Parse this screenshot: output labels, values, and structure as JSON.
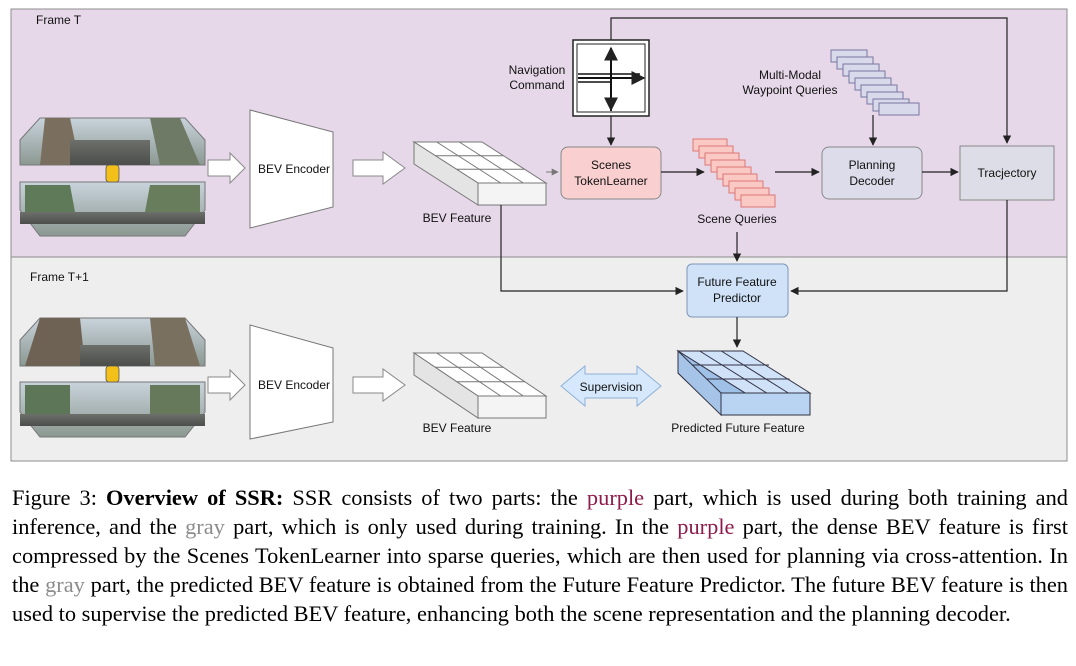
{
  "frames": {
    "top": "Frame T",
    "bottom": "Frame T+1"
  },
  "top": {
    "encoder": "BEV Encoder",
    "bev_feature": "BEV Feature",
    "nav_command": [
      "Navigation",
      "Command"
    ],
    "token_learner": [
      "Scenes",
      "TokenLearner"
    ],
    "scene_queries": "Scene Queries",
    "waypoint_queries": [
      "Multi-Modal",
      "Waypoint Queries"
    ],
    "planning_decoder": [
      "Planning",
      "Decoder"
    ],
    "trajectory": "Tracjectory"
  },
  "middle": {
    "future_predictor": [
      "Future Feature",
      "Predictor"
    ]
  },
  "bottom": {
    "encoder": "BEV Encoder",
    "bev_feature": "BEV Feature",
    "supervision": "Supervision",
    "predicted_feature": "Predicted Future Feature"
  },
  "caption": {
    "prefix": "Figure 3: ",
    "title": "Overview of SSR:",
    "p1": " SSR consists of two parts: the ",
    "purple1": "purple",
    "p2": " part, which is used during both training and inference, and the ",
    "gray1": "gray",
    "p3": " part, which is only used during training. In the ",
    "purple2": "purple",
    "p4": " part, the dense BEV feature is first compressed by the Scenes TokenLearner into sparse queries, which are then used for planning via cross-attention. In the ",
    "gray2": "gray",
    "p5": " part, the predicted BEV feature is obtained from the Future Feature Predictor. The future BEV feature is then used to supervise the predicted BEV feature, enhancing both the scene representation and the planning decoder."
  },
  "colors": {
    "purple_region": "#e6d8e9",
    "gray_region": "#eeeeee",
    "token_learner": "#f9cfcf",
    "planning_decoder": "#dcdcea",
    "trajectory": "#dcdde6",
    "future_predictor": "#cfe2f8",
    "supervision": "#d6e8fb",
    "caption_purple": "#8f1b4c",
    "caption_gray": "#8c8c8c"
  }
}
